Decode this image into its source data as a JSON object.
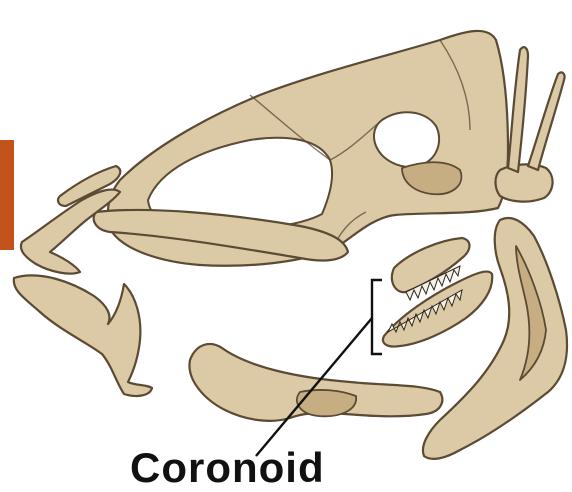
{
  "figure": {
    "label": "Coronoid",
    "colors": {
      "bone": "#dcc9a6",
      "bone_shade": "#c7ad82",
      "outline": "#5b4a34",
      "edge_accent": "#c1531b"
    },
    "parts": [
      "skull",
      "orbit",
      "premaxilla",
      "maxilla",
      "quadrate",
      "upper-jaw-fragment",
      "lower-jaw-fragment",
      "dentary",
      "coronoid-upper",
      "coronoid-lower",
      "articular",
      "supratemporal-spines"
    ]
  }
}
